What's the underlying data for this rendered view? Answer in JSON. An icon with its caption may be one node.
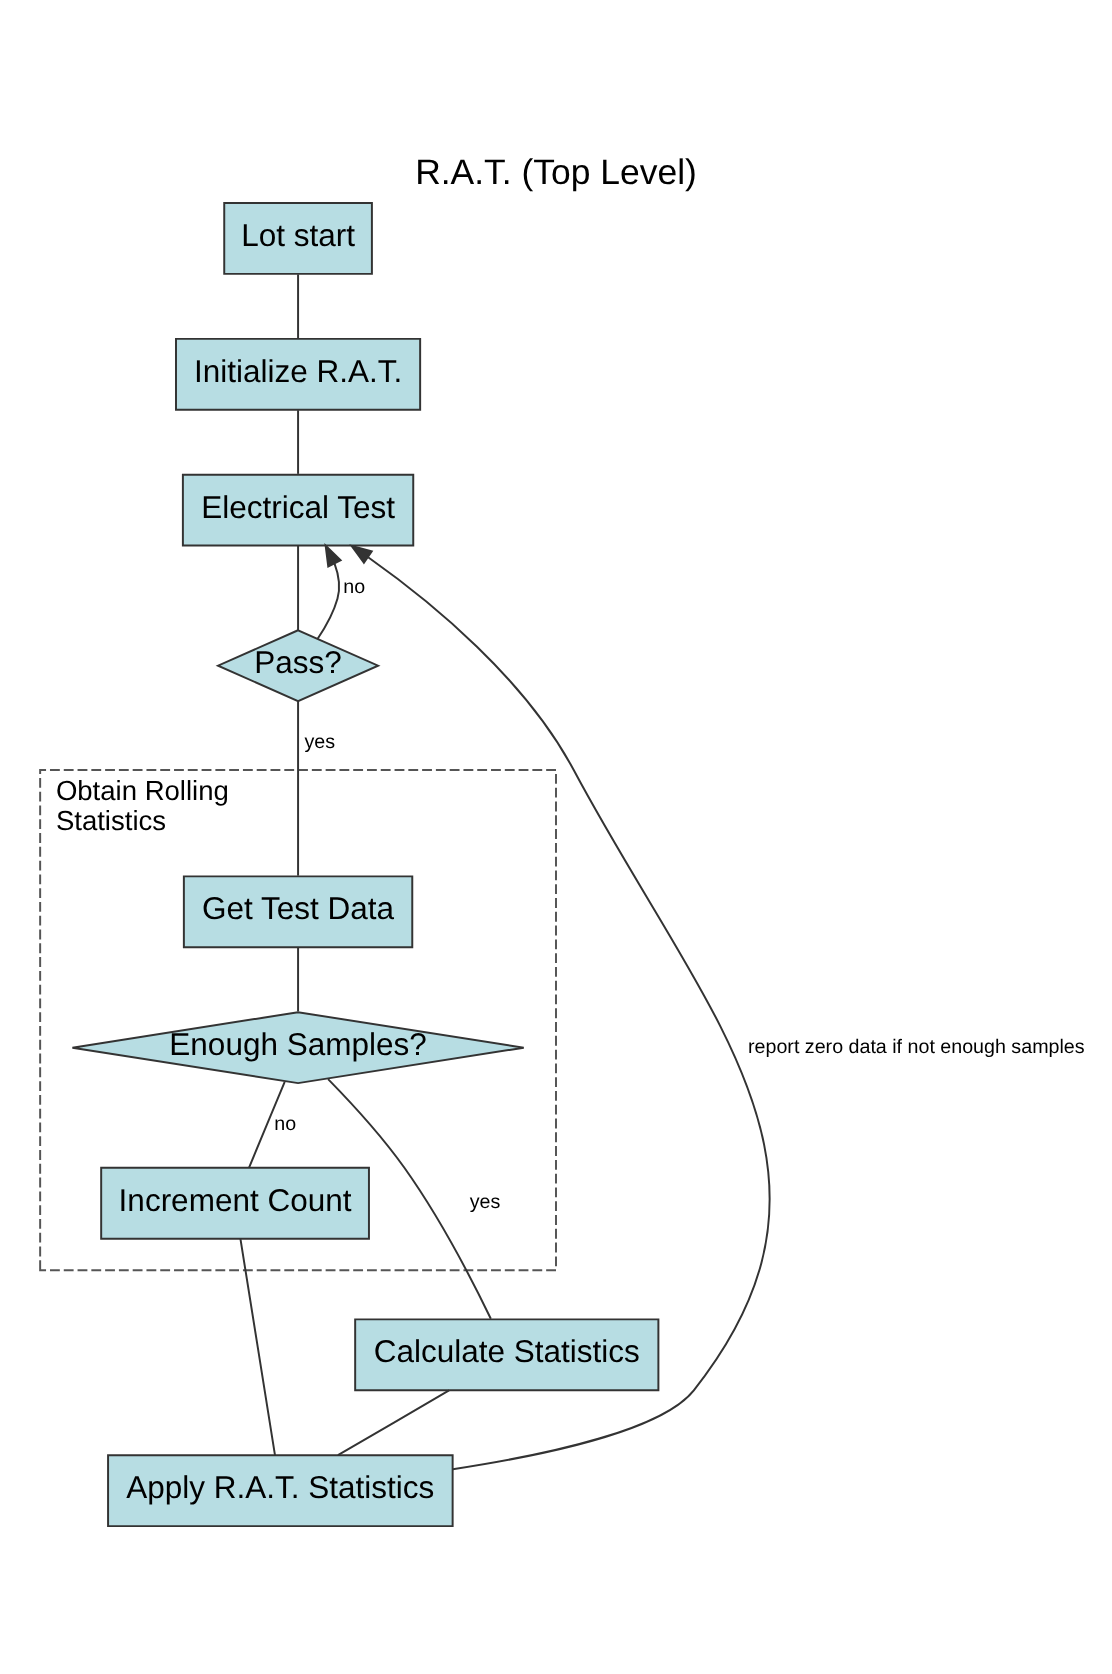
{
  "diagram": {
    "title": "R.A.T. (Top Level)",
    "nodes": [
      {
        "text": [
          "Lot start"
        ]
      },
      {
        "text": [
          "Initialize R.A.T."
        ]
      },
      {
        "text": [
          "Electrical Test"
        ]
      },
      {
        "text": [
          "Pass?"
        ]
      },
      {
        "text": [
          "Obtain Rolling Statistics"
        ]
      },
      {
        "text": [
          "Get Test Data"
        ],
        "in": 4
      },
      {
        "text": [
          "Enough Samples?"
        ],
        "in": 4
      },
      {
        "text": [
          "Increment Count"
        ],
        "in": 4
      },
      {
        "text": [
          "Calculate Statistics"
        ]
      },
      {
        "text": [
          "Apply R.A.T. Statistics"
        ]
      }
    ],
    "edges": [
      {
        "from": 0,
        "to": 1,
        "arrow": "none"
      },
      {
        "from": 1,
        "to": 2,
        "arrow": "none"
      },
      {
        "from": 2,
        "to": 3,
        "arrow": "none"
      },
      {
        "from": 3,
        "to": 2,
        "arrow": "to",
        "label": "no"
      },
      {
        "from": 3,
        "to": 5,
        "arrow": "none",
        "label": "yes"
      },
      {
        "from": 5,
        "to": 6,
        "arrow": "none"
      },
      {
        "from": 6,
        "to": 7,
        "arrow": "none",
        "label": "no"
      },
      {
        "from": 6,
        "to": 8,
        "arrow": "none",
        "label": "yes"
      },
      {
        "from": 7,
        "to": 9,
        "arrow": "none"
      },
      {
        "from": 8,
        "to": 9,
        "arrow": "none"
      },
      {
        "from": 9,
        "to": 2,
        "arrow": "to",
        "label": "report zero data if not enough samples"
      }
    ]
  }
}
